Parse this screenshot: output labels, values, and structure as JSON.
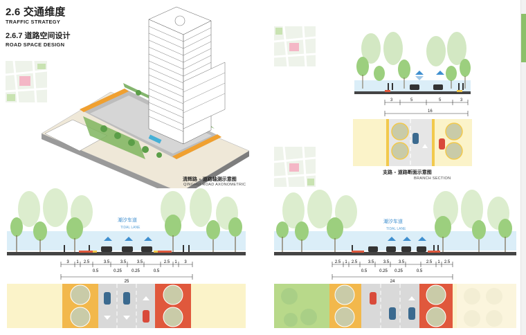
{
  "header": {
    "section_title": "2.6 交通维度",
    "section_title_en": "TRAFFIC STRATEGY",
    "subsection_title": "2.6.7 道路空间设计",
    "subsection_title_en": "ROAD SPACE DESIGN"
  },
  "axonometric": {
    "caption_cn": "清辉路 - 道路轴测示意图",
    "caption_en": "QINGHUI ROAD AXONOMETRIC"
  },
  "branch_section": {
    "caption_cn": "支路 - 道路断面示意图",
    "caption_en": "BRANCH SECTION",
    "dims_top": [
      "3",
      "5",
      "5",
      "3"
    ],
    "dim_total": "16"
  },
  "section_left": {
    "tide_lane_cn": "潮汐车道",
    "tide_lane_en": "TIDAL LANE",
    "dims_top": [
      "3",
      "1",
      "2.5",
      "3.5",
      "3.5",
      "3.5",
      "2.5",
      "1",
      "3"
    ],
    "dims_bottom": [
      "0.5",
      "0.25",
      "0.25",
      "0.5"
    ],
    "dim_total": "25"
  },
  "section_right": {
    "tide_lane_cn": "潮汐车道",
    "tide_lane_en": "TIDAL LANE",
    "dims_top": [
      "2.5",
      "1",
      "2.5",
      "3.5",
      "3.5",
      "3.5",
      "2.5",
      "1",
      "2.5"
    ],
    "dims_bottom": [
      "0.5",
      "0.25",
      "0.25",
      "0.5"
    ],
    "dim_total": "24"
  },
  "colors": {
    "tree_green": "#9ccf7e",
    "tree_light": "#cfe6bd",
    "sky_blue": "#dbeef8",
    "road_gray": "#d9d9d9",
    "bike_red": "#e0583c",
    "sidewalk_yellow": "#f2c94c",
    "tide_blue": "#3f8fcf",
    "accent_green": "#8cc06a"
  }
}
